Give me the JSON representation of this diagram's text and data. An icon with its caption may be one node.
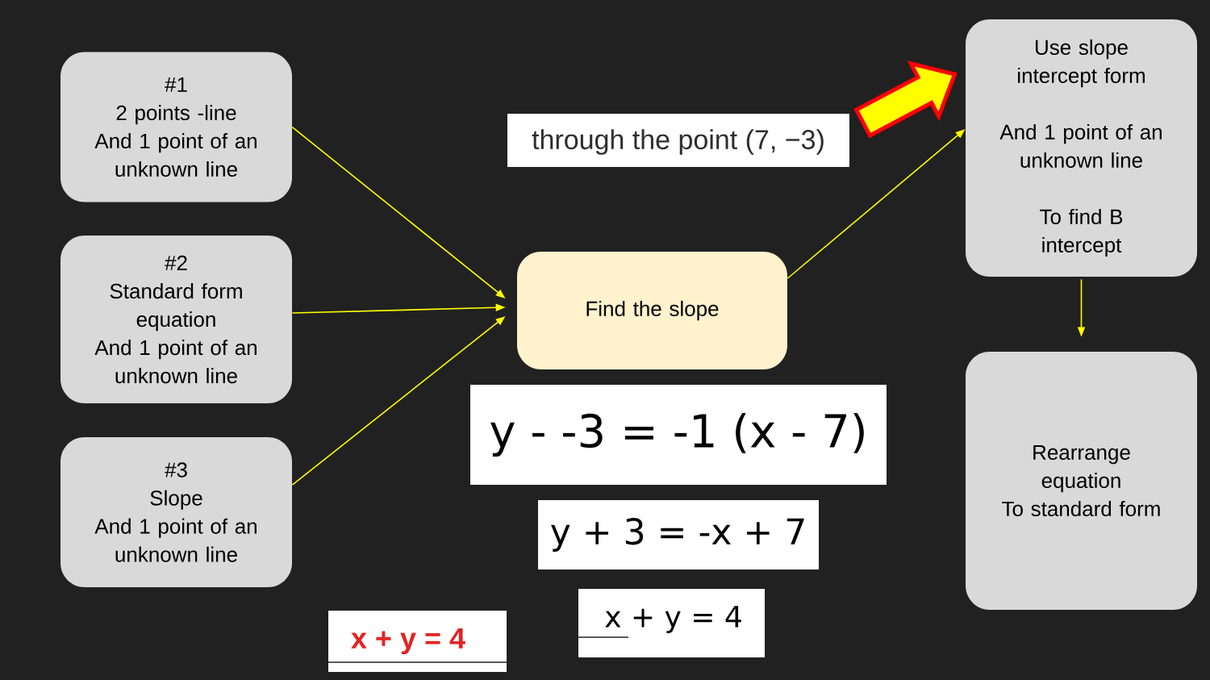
{
  "diagram": {
    "nodes": [
      {
        "text": [
          "#1",
          "2 points -line",
          "And 1 point of an unknown line"
        ]
      },
      {
        "text": [
          "#2",
          "Standard form equation",
          "And 1 point of an unknown line"
        ]
      },
      {
        "text": [
          "#3",
          "Slope",
          "And 1 point of an unknown line"
        ]
      },
      {
        "text": [
          "Find the slope"
        ]
      },
      {
        "text": [
          "Use slope intercept form",
          "And 1 point of an unknown line",
          "To find B intercept"
        ]
      },
      {
        "text": [
          "Rearrange equation",
          "To standard form"
        ]
      }
    ],
    "edges": [
      {
        "from": 0,
        "to": 3,
        "arrow": "to"
      },
      {
        "from": 1,
        "to": 3,
        "arrow": "to"
      },
      {
        "from": 2,
        "to": 3,
        "arrow": "to"
      },
      {
        "from": 3,
        "to": 4,
        "arrow": "to"
      },
      {
        "from": 4,
        "to": 5,
        "arrow": "to"
      },
      {
        "from": null,
        "to": 4,
        "arrow": "to",
        "style": "thick"
      }
    ],
    "labels": [
      "through the point (7, −3)",
      "y - -3 = -1 (x - 7)",
      "y + 3 = -x + 7",
      "x + y = 4",
      "x + y = 4"
    ]
  }
}
